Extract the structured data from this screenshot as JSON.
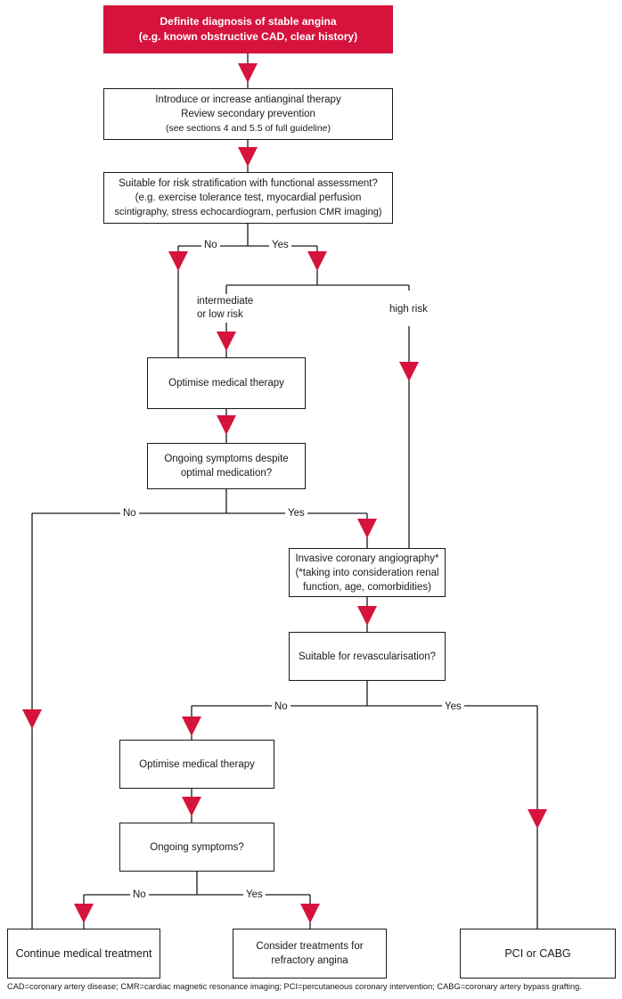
{
  "boxes": {
    "diagnosis": [
      "Definite diagnosis of stable angina",
      "(e.g. known obstructive CAD, clear history)"
    ],
    "therapy": [
      "Introduce or increase antianginal therapy",
      "Review secondary prevention",
      "(see sections 4 and 5.5 of full guideline)"
    ],
    "risk_strat": [
      "Suitable for risk stratification with functional assessment?",
      "(e.g. exercise tolerance test, myocardial perfusion",
      "scintigraphy, stress echocardiogram, perfusion CMR imaging)"
    ],
    "optimise1": [
      "Optimise medical therapy"
    ],
    "ongoing1": [
      "Ongoing symptoms despite",
      "optimal medication?"
    ],
    "angiography": [
      "Invasive coronary angiography*",
      "(*taking into consideration renal",
      "function, age, comorbidities)"
    ],
    "revasc": [
      "Suitable for revascularisation?"
    ],
    "optimise2": [
      "Optimise medical therapy"
    ],
    "ongoing2": [
      "Ongoing symptoms?"
    ],
    "continue": [
      "Continue medical treatment"
    ],
    "refractory": [
      "Consider treatments for",
      "refractory angina"
    ],
    "pci": [
      "PCI or CABG"
    ]
  },
  "labels": {
    "no1": "No",
    "yes1": "Yes",
    "intermediate": [
      "intermediate",
      "or low risk"
    ],
    "high_risk": "high risk",
    "no2": "No",
    "yes2": "Yes",
    "no3": "No",
    "yes3": "Yes",
    "no4": "No",
    "yes4": "Yes"
  },
  "footnote": "CAD=coronary artery disease; CMR=cardiac magnetic resonance imaging; PCI=percutaneous coronary intervention; CABG=coronary artery bypass grafting.",
  "colors": {
    "accent": "#d6133d",
    "line": "#1a1a1a"
  }
}
